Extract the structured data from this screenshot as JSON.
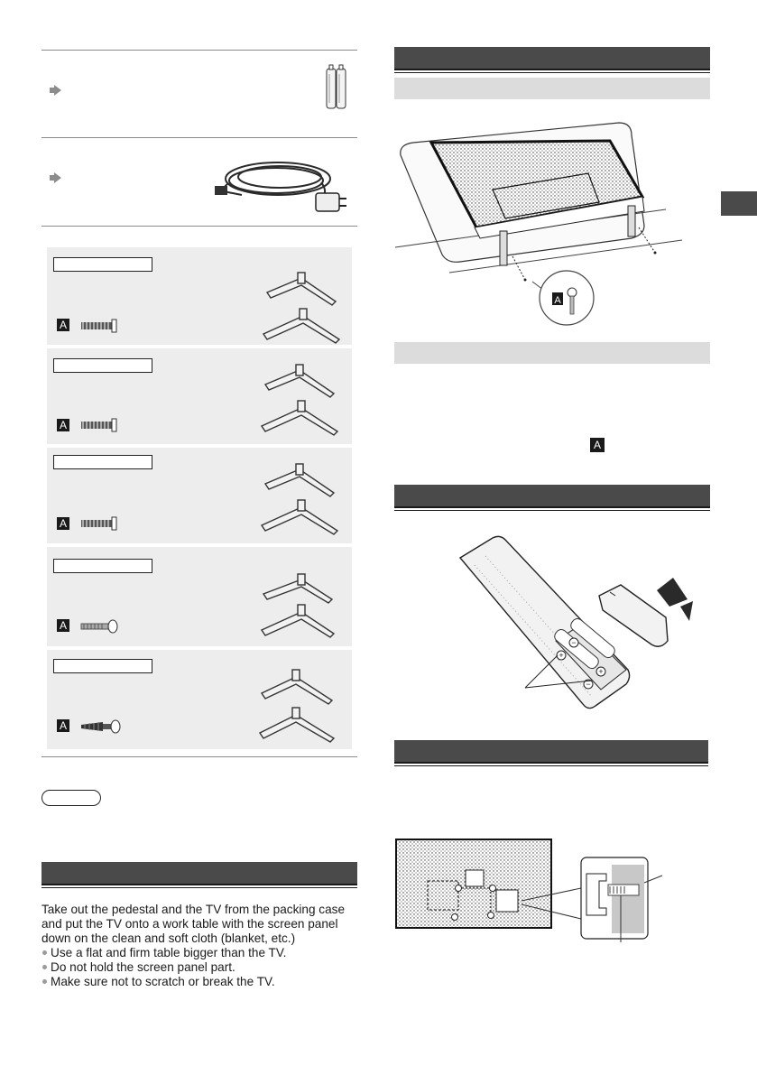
{
  "setup": {
    "paragraph": "Take out the pedestal and the TV from the packing case and put the TV onto a work table with the screen panel down on the clean and soft cloth (blanket, etc.)",
    "bullets": [
      "Use a flat and firm table bigger than the TV.",
      "Do not hold the screen panel part.",
      "Make sure not to scratch or break the TV."
    ]
  },
  "screw_badge": "A",
  "colors": {
    "dark_bar": "#4a4a4a",
    "light_bar": "#dcdcdc",
    "gray_panel": "#ededed"
  }
}
